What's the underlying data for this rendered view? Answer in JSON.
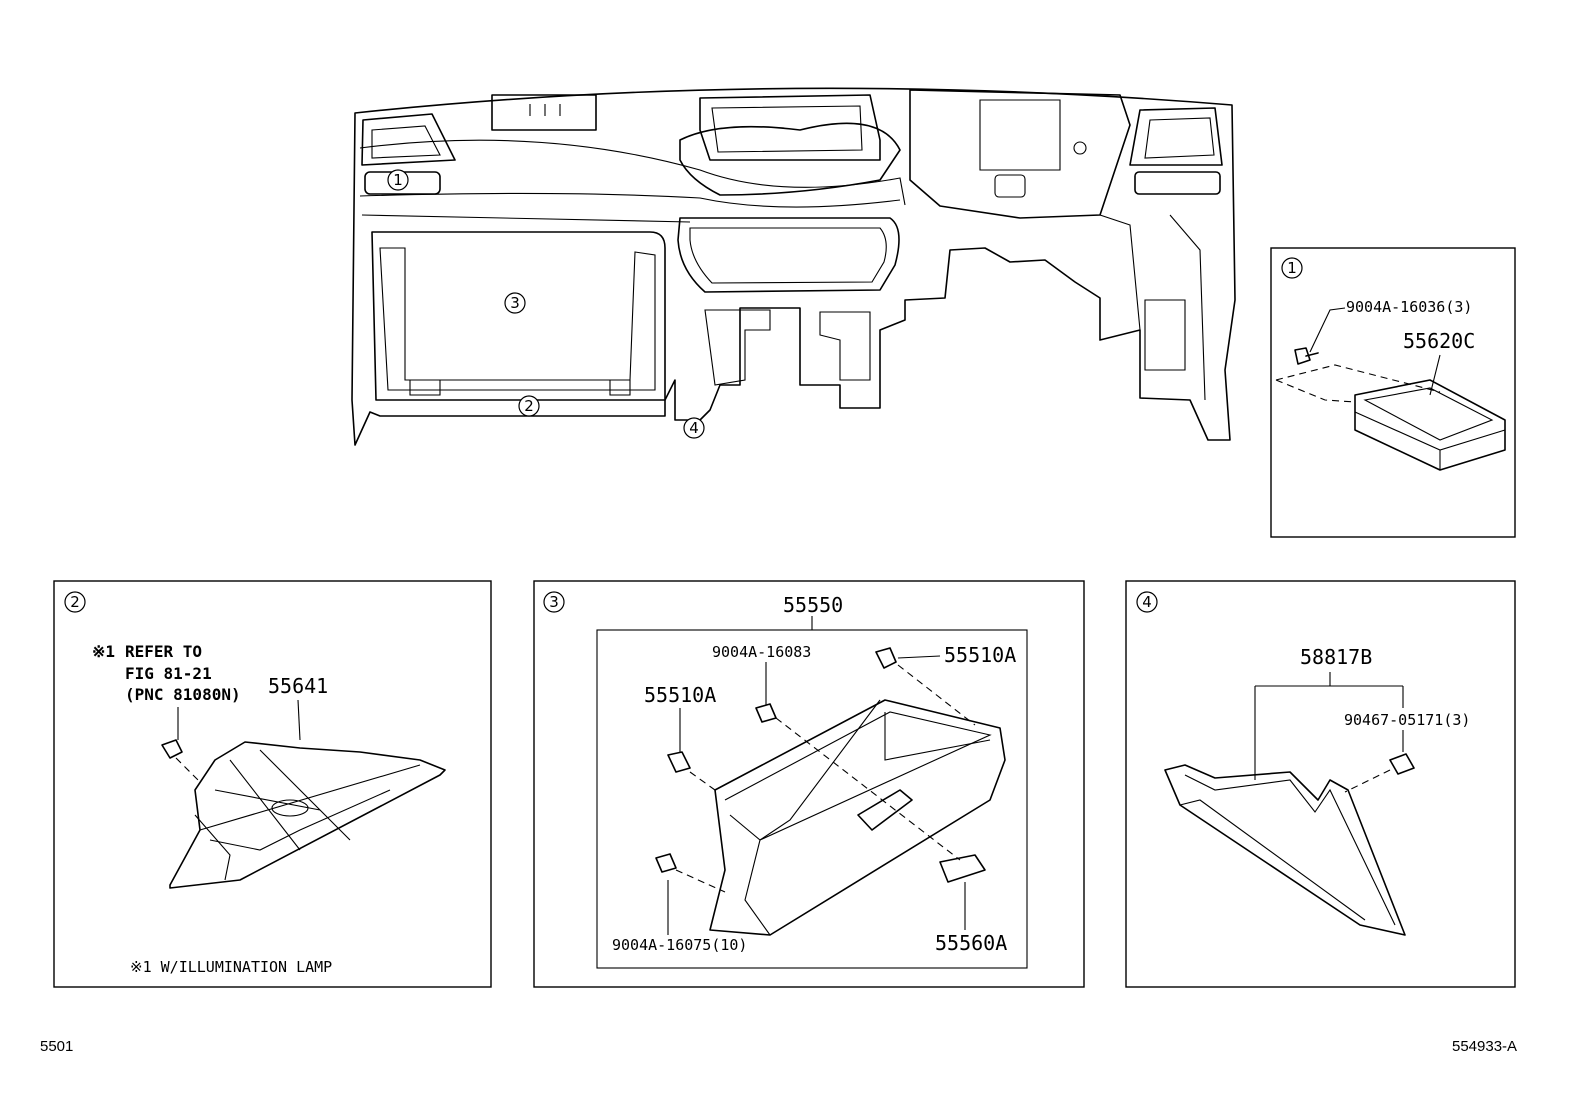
{
  "callouts": [
    "1",
    "2",
    "3",
    "4"
  ],
  "panel1": {
    "part_main": "55620C",
    "part_screw": "9004A-16036(3)"
  },
  "panel2": {
    "note_mark": "※1",
    "refer_line1": "REFER TO",
    "refer_line2": "FIG 81-21",
    "refer_line3": "(PNC 81080N)",
    "part_main": "55641",
    "footnote": "※1 W/ILLUMINATION LAMP"
  },
  "panel3": {
    "part_main": "55550",
    "part_screw_top": "9004A-16083",
    "part_bumper_right": "55510A",
    "part_bumper_left": "55510A",
    "part_screw_bottom": "9004A-16075(10)",
    "part_latch": "55560A"
  },
  "panel4": {
    "part_main": "58817B",
    "part_clip": "90467-05171(3)"
  },
  "footer": {
    "left_code": "5501",
    "right_code": "554933-A"
  }
}
